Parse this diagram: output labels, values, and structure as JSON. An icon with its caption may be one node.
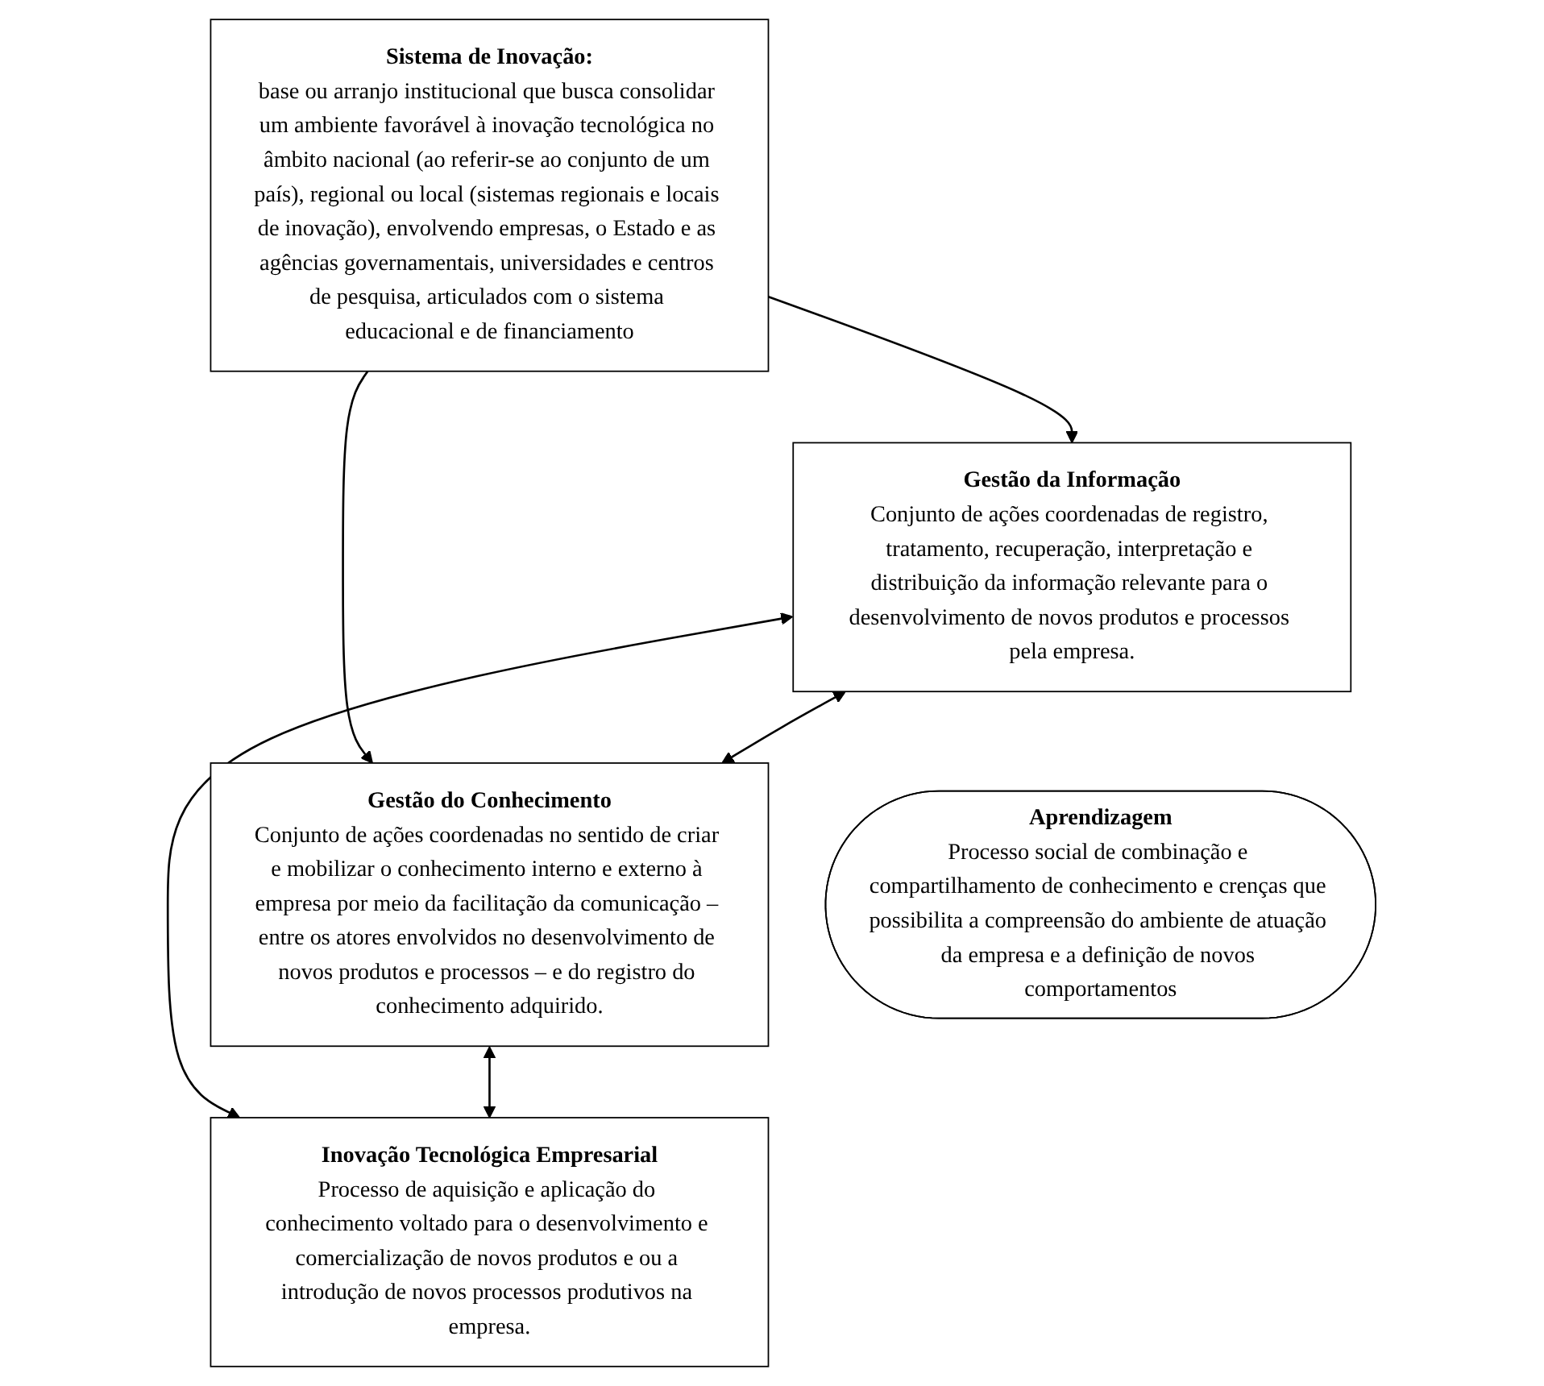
{
  "diagram": {
    "nodes": [
      {
        "text": [
          "Sistema de Inovação:",
          "base ou arranjo institucional que busca consolidar um ambiente favorável à inovação tecnológica no âmbito nacional (ao referir-se ao conjunto de um país), regional ou local (sistemas regionais e locais de inovação), envolvendo empresas, o Estado e as agências governamentais, universidades e centros de pesquisa, articulados com o sistema educacional e de financiamento"
        ]
      },
      {
        "text": [
          "Gestão da Informação",
          "Conjunto de ações coordenadas de registro, tratamento, recuperação, interpretação e distribuição da informação relevante para o desenvolvimento de novos produtos e processos pela empresa."
        ]
      },
      {
        "text": [
          "Gestão do Conhecimento",
          "Conjunto de ações coordenadas no sentido de criar e mobilizar o conhecimento interno e externo à empresa por meio da facilitação da comunicação – entre os atores envolvidos no desenvolvimento de novos produtos e processos – e do registro do conhecimento adquirido."
        ]
      },
      {
        "text": [
          "Aprendizagem",
          "Processo social de combinação e compartilhamento de conhecimento e crenças que possibilita a compreensão do ambiente de atuação da empresa e a definição de novos comportamentos"
        ]
      },
      {
        "text": [
          "Inovação Tecnológica Empresarial",
          "Processo de aquisição e aplicação do conhecimento voltado para o desenvolvimento e comercialização de novos produtos e ou a introdução de novos processos produtivos na empresa."
        ]
      }
    ],
    "edges": [
      {
        "from": 0,
        "to": 1,
        "arrow": "to"
      },
      {
        "from": 0,
        "to": 2,
        "arrow": "to"
      },
      {
        "from": 1,
        "to": 2,
        "arrow": "both"
      },
      {
        "from": 1,
        "to": 4,
        "arrow": "both"
      },
      {
        "from": 2,
        "to": 4,
        "arrow": "both"
      }
    ]
  }
}
